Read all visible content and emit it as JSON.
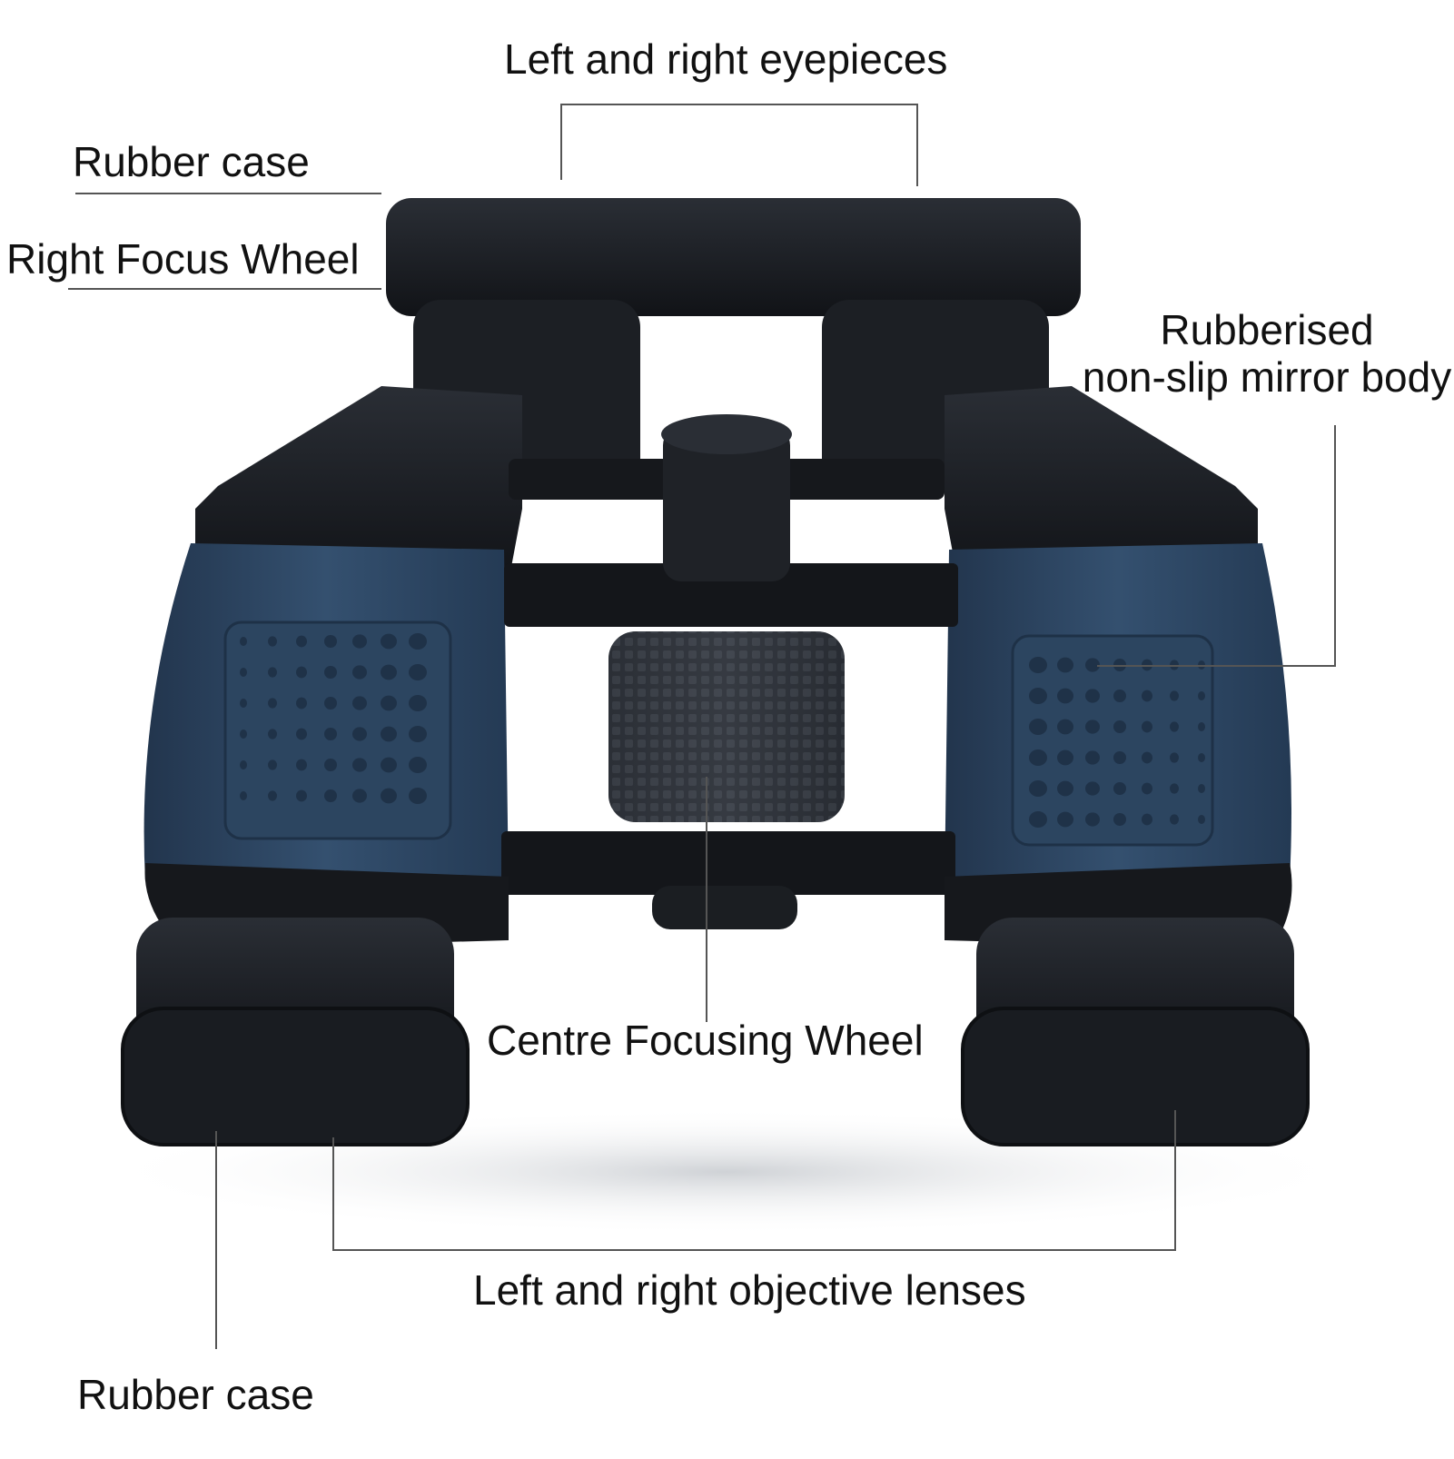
{
  "labels": {
    "eyepieces": "Left and right eyepieces",
    "rubber_case_top": "Rubber case",
    "right_focus_wheel": "Right Focus Wheel",
    "mirror_body_line1": "Rubberised",
    "mirror_body_line2": "non-slip mirror body",
    "centre_focusing_wheel": "Centre Focusing Wheel",
    "objective_lenses": "Left and right objective lenses",
    "rubber_case_bottom": "Rubber case"
  },
  "colors": {
    "body_blue": "#2e4560",
    "rubber_black": "#1a1d22",
    "text": "#111111",
    "leader_line": "#555555"
  }
}
